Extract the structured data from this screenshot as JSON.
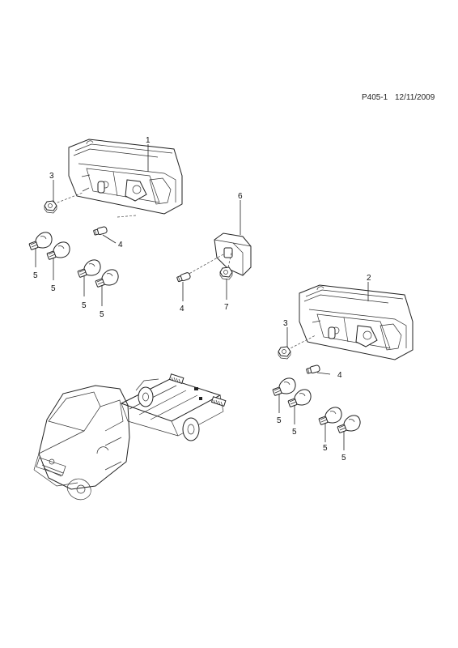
{
  "header": {
    "code": "P405-1",
    "date": "12/11/2009"
  },
  "callouts": {
    "c1": "1",
    "c2": "2",
    "c3a": "3",
    "c3b": "3",
    "c4a": "4",
    "c4b": "4",
    "c4c": "4",
    "c5a": "5",
    "c5b": "5",
    "c5c": "5",
    "c5d": "5",
    "c5e": "5",
    "c5f": "5",
    "c5g": "5",
    "c5h": "5",
    "c6": "6",
    "c7": "7"
  }
}
